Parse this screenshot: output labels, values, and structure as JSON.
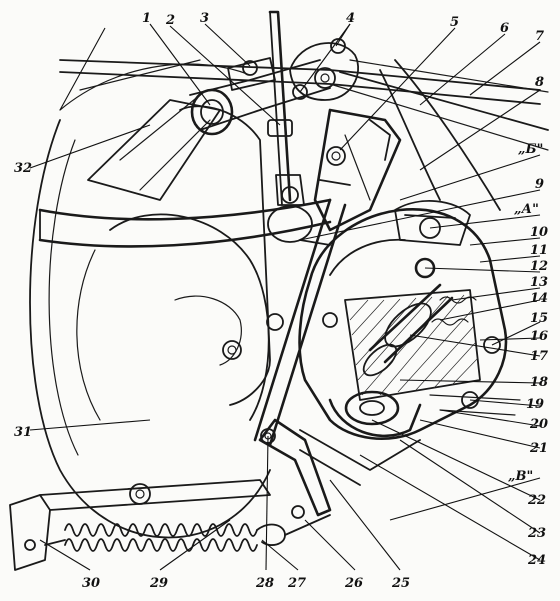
{
  "figure": {
    "callouts": [
      {
        "id": "c1",
        "label": "1"
      },
      {
        "id": "c2",
        "label": "2"
      },
      {
        "id": "c3",
        "label": "3"
      },
      {
        "id": "c4",
        "label": "4"
      },
      {
        "id": "c5",
        "label": "5"
      },
      {
        "id": "c6",
        "label": "6"
      },
      {
        "id": "c7",
        "label": "7"
      },
      {
        "id": "c8",
        "label": "8"
      },
      {
        "id": "cB",
        "label": "„Б\""
      },
      {
        "id": "c9",
        "label": "9"
      },
      {
        "id": "cA",
        "label": "„А\""
      },
      {
        "id": "c10",
        "label": "10"
      },
      {
        "id": "c11",
        "label": "11"
      },
      {
        "id": "c12",
        "label": "12"
      },
      {
        "id": "c13",
        "label": "13"
      },
      {
        "id": "c14",
        "label": "14"
      },
      {
        "id": "c15",
        "label": "15"
      },
      {
        "id": "c16",
        "label": "16"
      },
      {
        "id": "c17",
        "label": "17"
      },
      {
        "id": "c18",
        "label": "18"
      },
      {
        "id": "c19",
        "label": "19"
      },
      {
        "id": "c20",
        "label": "20"
      },
      {
        "id": "c21",
        "label": "21"
      },
      {
        "id": "cV",
        "label": "„В\""
      },
      {
        "id": "c22",
        "label": "22"
      },
      {
        "id": "c23",
        "label": "23"
      },
      {
        "id": "c24",
        "label": "24"
      },
      {
        "id": "c25",
        "label": "25"
      },
      {
        "id": "c26",
        "label": "26"
      },
      {
        "id": "c27",
        "label": "27"
      },
      {
        "id": "c28",
        "label": "28"
      },
      {
        "id": "c29",
        "label": "29"
      },
      {
        "id": "c30",
        "label": "30"
      },
      {
        "id": "c31",
        "label": "31"
      },
      {
        "id": "c32",
        "label": "32"
      }
    ],
    "colors": {
      "ink": "#1a1a1a",
      "paper": "#fbfbf9"
    }
  }
}
